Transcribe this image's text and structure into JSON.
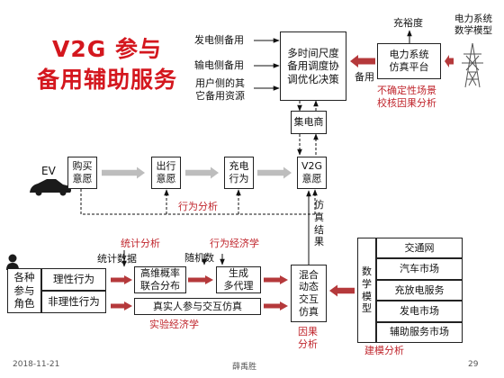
{
  "title": {
    "line1": "V2G 参与",
    "line2": "备用辅助服务"
  },
  "top_sources": [
    "发电侧备用",
    "输电侧备用",
    "用户侧的其\n它备用资源"
  ],
  "boxes": {
    "multi_scale": "多时间尺度\n备用调度协\n调优化决策",
    "power_sim": "电力系统\n仿真平台",
    "aggregator": "集电商",
    "purchase": "购买\n意愿",
    "travel": "出行\n意愿",
    "charging": "充电\n行为",
    "v2g": "V2G\n意愿",
    "participants": "各种\n参与\n角色",
    "rational": "理性行为",
    "irrational": "非理性行为",
    "high_dim": "高维概率\n联合分布",
    "multi_agent": "生成\n多代理",
    "real_person": "真实人参与交互仿真",
    "hybrid": "混合\n动态\n交互\n仿真",
    "math_model": "数\n学\n模\n型"
  },
  "math_items": [
    "交通网",
    "汽车市场",
    "充放电服务",
    "发电市场",
    "辅助服务市场"
  ],
  "labels": {
    "adequacy": "充裕度",
    "math_model_top": "电力系统\n数学模型",
    "reserve": "备用",
    "uncertainty": "不确定性场景\n校核因果分析",
    "ev": "EV",
    "behavior": "行为分析",
    "sim_result": "仿\n真\n结\n果",
    "statistical": "统计分析",
    "stat_data": "统计数据",
    "random_num": "随机数",
    "behavioral_econ": "行为经济学",
    "experimental_econ": "实验经济学",
    "causal": "因果\n分析",
    "modeling": "建模分析"
  },
  "footer": {
    "date": "2018-11-21",
    "author": "薛禹胜",
    "page": "29"
  },
  "colors": {
    "title_red": "#d4171e",
    "arrow_red": "#b5393b",
    "arrow_gray": "#bdbdbd"
  }
}
